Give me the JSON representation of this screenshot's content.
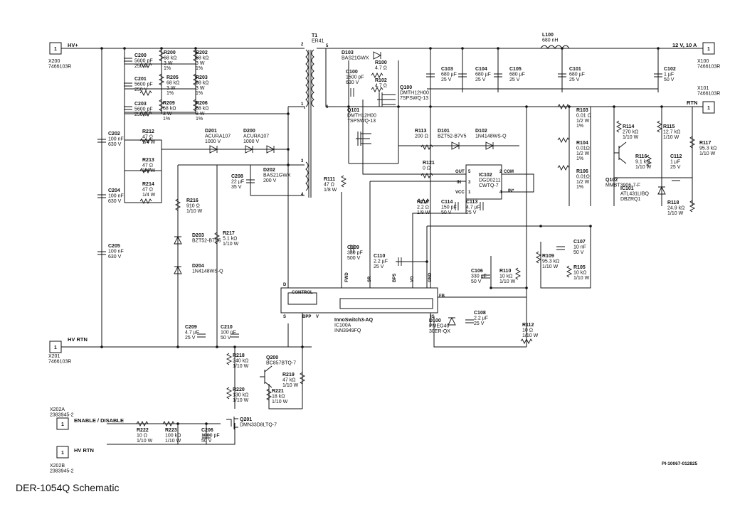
{
  "caption": "DER-1054Q Schematic",
  "doc_number": "PI-10067-012825",
  "nets": {
    "hv_plus": "HV+",
    "hv_rtn": "HV RTN",
    "hv_rtn_b": "HV RTN",
    "out_12v": "12 V, 10 A",
    "rtn": "RTN",
    "enable": "ENABLE / DISABLE"
  },
  "connectors": [
    {
      "id": "x200",
      "pin": "1",
      "lines": [
        "X200",
        "7466103R"
      ]
    },
    {
      "id": "x201",
      "pin": "1",
      "lines": [
        "X201",
        "7466103R"
      ]
    },
    {
      "id": "x100",
      "pin": "1",
      "lines": [
        "X100",
        "7466103R"
      ]
    },
    {
      "id": "x101",
      "pin": "1",
      "lines": [
        "X101",
        "7466103R"
      ]
    },
    {
      "id": "x202a",
      "pin": "1",
      "lines": [
        "X202A",
        "2383945-2"
      ]
    },
    {
      "id": "x202b",
      "pin": "1",
      "lines": [
        "X202B",
        "2383945-2"
      ]
    }
  ],
  "components": [
    {
      "id": "c200",
      "lines": [
        "C200",
        "5600 pF",
        "250 V"
      ]
    },
    {
      "id": "r200",
      "lines": [
        "R200",
        "68 kΩ",
        "3 W",
        "1%"
      ]
    },
    {
      "id": "r202",
      "lines": [
        "R202",
        "68 kΩ",
        "3 W",
        "1%"
      ]
    },
    {
      "id": "c201",
      "lines": [
        "C201",
        "5600 pF",
        "250 V"
      ]
    },
    {
      "id": "r205",
      "lines": [
        "R205",
        "68 kΩ",
        "3 W",
        "1%"
      ]
    },
    {
      "id": "r203",
      "lines": [
        "R203",
        "68 kΩ",
        "3 W",
        "1%"
      ]
    },
    {
      "id": "c203",
      "lines": [
        "C203",
        "5600 pF",
        "250 V"
      ]
    },
    {
      "id": "r209",
      "lines": [
        "R209",
        "68 kΩ",
        "3 W",
        "1%"
      ]
    },
    {
      "id": "r206",
      "lines": [
        "R206",
        "68 kΩ",
        "3 W",
        "1%"
      ]
    },
    {
      "id": "c202",
      "lines": [
        "C202",
        "100 nF",
        "630 V"
      ]
    },
    {
      "id": "r212",
      "lines": [
        "R212",
        "47 Ω",
        "1/4 W"
      ]
    },
    {
      "id": "r213",
      "lines": [
        "R213",
        "47 Ω",
        "1/4 W"
      ]
    },
    {
      "id": "r214",
      "lines": [
        "R214",
        "47 Ω",
        "1/4 W"
      ]
    },
    {
      "id": "c204",
      "lines": [
        "C204",
        "100 nF",
        "630 V"
      ]
    },
    {
      "id": "c205",
      "lines": [
        "C205",
        "100 nF",
        "630 V"
      ]
    },
    {
      "id": "d201",
      "lines": [
        "D201",
        "ACURA107",
        "1000 V"
      ]
    },
    {
      "id": "d200",
      "lines": [
        "D200",
        "ACURA107",
        "1000 V"
      ]
    },
    {
      "id": "t1",
      "lines": [
        "T1",
        "ER41"
      ]
    },
    {
      "id": "c208",
      "lines": [
        "C208",
        "22 µF",
        "35 V"
      ]
    },
    {
      "id": "d202",
      "lines": [
        "D202",
        "BAS21GWX",
        "200 V"
      ]
    },
    {
      "id": "r216",
      "lines": [
        "R216",
        "910 Ω",
        "1/10 W"
      ]
    },
    {
      "id": "d203",
      "lines": [
        "D203",
        "BZT52-B7V5"
      ]
    },
    {
      "id": "r217",
      "lines": [
        "R217",
        "5.1 kΩ",
        "1/10 W"
      ]
    },
    {
      "id": "d204",
      "lines": [
        "D204",
        "1N4148WS-Q"
      ]
    },
    {
      "id": "c209",
      "lines": [
        "C209",
        "4.7 µF",
        "25 V"
      ]
    },
    {
      "id": "c210",
      "lines": [
        "C210",
        "100 nF",
        "50 V"
      ]
    },
    {
      "id": "d103",
      "lines": [
        "D103",
        "BAS21GWX"
      ]
    },
    {
      "id": "r100",
      "lines": [
        "R100",
        "4.7 Ω"
      ]
    },
    {
      "id": "c100",
      "lines": [
        "C100",
        "1500 pF",
        "630 V"
      ]
    },
    {
      "id": "r102",
      "lines": [
        "R102",
        "4.7 Ω"
      ]
    },
    {
      "id": "q100",
      "lines": [
        "Q100",
        "DMTH12H00",
        "7SPSWQ-13"
      ]
    },
    {
      "id": "q101",
      "lines": [
        "Q101",
        "DMTH12H00",
        "7SPSWQ-13"
      ]
    },
    {
      "id": "r111",
      "lines": [
        "R111",
        "47 Ω",
        "1/8 W"
      ]
    },
    {
      "id": "r113",
      "lines": [
        "R113",
        "200 Ω"
      ]
    },
    {
      "id": "d101",
      "lines": [
        "D101",
        "BZT52-B7V5"
      ]
    },
    {
      "id": "d102",
      "lines": [
        "D102",
        "1N4148WS-Q"
      ]
    },
    {
      "id": "r121",
      "lines": [
        "R121",
        "0 Ω"
      ]
    },
    {
      "id": "ic102",
      "lines": [
        "IC102",
        "DGD0211",
        "CWTQ-7"
      ]
    },
    {
      "id": "r119",
      "lines": [
        "R119",
        "2.2 Ω",
        "1/8 W"
      ]
    },
    {
      "id": "c114",
      "lines": [
        "C114",
        "150 pF",
        "50 V"
      ]
    },
    {
      "id": "c113",
      "lines": [
        "C113",
        "4.7 µF",
        "25 V"
      ]
    },
    {
      "id": "c103",
      "lines": [
        "C103",
        "680 µF",
        "25 V"
      ]
    },
    {
      "id": "c104",
      "lines": [
        "C104",
        "680 µF",
        "25 V"
      ]
    },
    {
      "id": "c105",
      "lines": [
        "C105",
        "680 µF",
        "25 V"
      ]
    },
    {
      "id": "l100",
      "lines": [
        "L100",
        "680 nH"
      ]
    },
    {
      "id": "c101",
      "lines": [
        "C101",
        "680 µF",
        "25 V"
      ]
    },
    {
      "id": "c102",
      "lines": [
        "C102",
        "1 µF",
        "50 V"
      ]
    },
    {
      "id": "r103",
      "lines": [
        "R103",
        "0.01 Ω",
        "1/2 W",
        "1%"
      ]
    },
    {
      "id": "r104",
      "lines": [
        "R104",
        "0.01Ω",
        "1/2 W",
        "1%"
      ]
    },
    {
      "id": "r106",
      "lines": [
        "R106",
        "0.01Ω",
        "1/2 W",
        "1%"
      ]
    },
    {
      "id": "q102",
      "lines": [
        "Q102",
        "MMBT3906-7-F"
      ]
    },
    {
      "id": "r114",
      "lines": [
        "R114",
        "270 kΩ",
        "1/10 W"
      ]
    },
    {
      "id": "r115",
      "lines": [
        "R115",
        "12.7 kΩ",
        "1/10 W"
      ]
    },
    {
      "id": "r117",
      "lines": [
        "R117",
        "95.3 kΩ",
        "1/10 W"
      ]
    },
    {
      "id": "r116",
      "lines": [
        "R116",
        "9.1 kΩ",
        "1/10 W"
      ]
    },
    {
      "id": "c112",
      "lines": [
        "C112",
        "1 µF",
        "25 V"
      ]
    },
    {
      "id": "ic101",
      "lines": [
        "IC101",
        "ATL431LIBQ",
        "DBZRQ1"
      ]
    },
    {
      "id": "r118",
      "lines": [
        "R118",
        "24.9 kΩ",
        "1/10 W"
      ]
    },
    {
      "id": "c109",
      "lines": [
        "C109",
        "330 pF",
        "500 V"
      ]
    },
    {
      "id": "c110",
      "lines": [
        "C110",
        "2.2 µF",
        "25 V"
      ]
    },
    {
      "id": "r109",
      "lines": [
        "R109",
        "95.3 kΩ",
        "1/10 W"
      ]
    },
    {
      "id": "c107",
      "lines": [
        "C107",
        "10 nF",
        "50 V"
      ]
    },
    {
      "id": "r105",
      "lines": [
        "R105",
        "10 kΩ",
        "1/10 W"
      ]
    },
    {
      "id": "c106",
      "lines": [
        "C106",
        "330 pF",
        "50 V"
      ]
    },
    {
      "id": "r110",
      "lines": [
        "R110",
        "10 kΩ",
        "1/10 W"
      ]
    },
    {
      "id": "ic100",
      "lines": [
        "InnoSwitch3-AQ",
        "IC100A",
        "INN3949FQ"
      ]
    },
    {
      "id": "d100",
      "lines": [
        "D100",
        "PMEG40",
        "30ER-QX"
      ]
    },
    {
      "id": "c108",
      "lines": [
        "C108",
        "2.2 µF",
        "25 V"
      ]
    },
    {
      "id": "r112",
      "lines": [
        "R112",
        "10 Ω",
        "1/10 W"
      ]
    },
    {
      "id": "r218",
      "lines": [
        "R218",
        "240 kΩ",
        "1/10 W"
      ]
    },
    {
      "id": "q200",
      "lines": [
        "Q200",
        "BC857BTQ-7"
      ]
    },
    {
      "id": "r219",
      "lines": [
        "R219",
        "47 kΩ",
        "1/10 W"
      ]
    },
    {
      "id": "r220",
      "lines": [
        "R220",
        "130 kΩ",
        "1/10 W"
      ]
    },
    {
      "id": "r221",
      "lines": [
        "R221",
        "18 kΩ",
        "1/10 W"
      ]
    },
    {
      "id": "q201",
      "lines": [
        "Q201",
        "DMN33D8LTQ-7"
      ]
    },
    {
      "id": "r222",
      "lines": [
        "R222",
        "10 Ω",
        "1/10 W"
      ]
    },
    {
      "id": "r223",
      "lines": [
        "R223",
        "100 kΩ",
        "1/10 W"
      ]
    },
    {
      "id": "c206",
      "lines": [
        "C206",
        "1000 pF",
        "50 V"
      ]
    }
  ],
  "pins": {
    "t1_2": "2",
    "t1_5": "5",
    "t1_1": "1",
    "t1_6": "6",
    "t1_3": "3",
    "t1_4": "4",
    "ic102_out": "OUT",
    "ic102_in": "IN",
    "ic102_vcc": "VCC",
    "ic102_com": "COM",
    "ic102_inn": "IN*",
    "ic102_5": "5",
    "ic102_3": "3",
    "ic102_1": "1",
    "ic102_2": "2",
    "ic102_4": "4",
    "ic100_control": "CONTROL",
    "ic100_d": "D",
    "ic100_s": "S",
    "ic100_bpp": "BPP",
    "ic100_v": "V",
    "ic100_fwd": "FWD",
    "ic100_sr": "SR",
    "ic100_bps": "BPS",
    "ic100_vo": "VO",
    "ic100_gnd": "GND",
    "ic100_fb": "FB",
    "ic100_is": "IS"
  }
}
